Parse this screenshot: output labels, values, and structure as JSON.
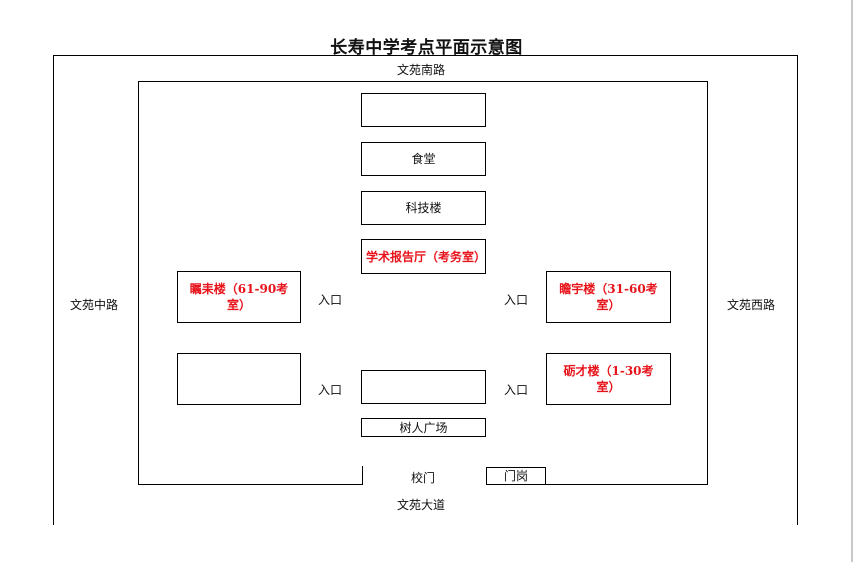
{
  "title": "长寿中学考点平面示意图",
  "roads": {
    "north": "文苑南路",
    "west": "文苑中路",
    "east": "文苑西路",
    "south": "文苑大道"
  },
  "buildings": {
    "top_blank": "",
    "canteen": "食堂",
    "tech": "科技楼",
    "lecture_hall": "学术报告厅（考务室）",
    "left_exam": "瞩耒楼（61-90考室）",
    "left_blank": "",
    "right_exam": "瞻宇楼（31-60考室）",
    "right_exam_2": "砺才楼（1-30考室）",
    "center_blank": "",
    "plaza": "树人广场"
  },
  "entrances": {
    "left_top": "入口",
    "left_bottom": "入口",
    "right_top": "入口",
    "right_bottom": "入口"
  },
  "gate": {
    "school_gate": "校门",
    "guard_post": "门岗"
  },
  "colors": {
    "exam_text": "#e8141b",
    "line": "#000000"
  }
}
